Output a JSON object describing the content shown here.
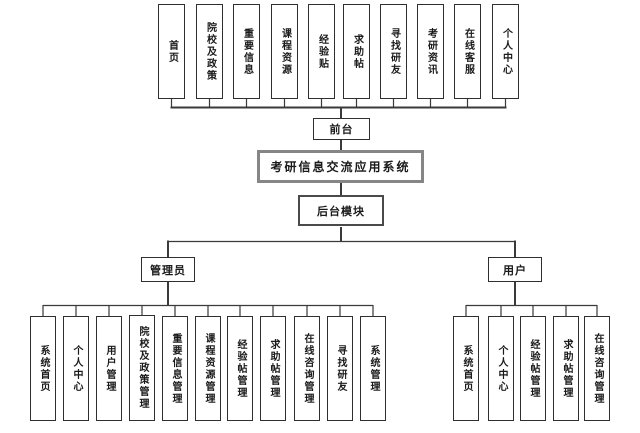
{
  "system": {
    "label": "考研信息交流应用系统"
  },
  "frontend": {
    "label": "前台",
    "modules": [
      "首页",
      "院校及政策",
      "重要信息",
      "课程资源",
      "经验贴",
      "求助帖",
      "寻找研友",
      "考研资讯",
      "在线客服",
      "个人中心"
    ]
  },
  "backend": {
    "label": "后台模块"
  },
  "admin": {
    "label": "管理员",
    "modules": [
      "系统首页",
      "个人中心",
      "用户管理",
      "院校及政策管理",
      "重要信息管理",
      "课程资源管理",
      "经验帖管理",
      "求助帖管理",
      "在线咨询管理",
      "寻找研友",
      "系统管理"
    ]
  },
  "user": {
    "label": "用户",
    "modules": [
      "系统首页",
      "个人中心",
      "经验帖管理",
      "求助帖管理",
      "在线咨询管理"
    ]
  },
  "colors": {
    "background": "#ffffff",
    "box_border": "#2f2f2f",
    "main_border": "#868686",
    "line": "#3a3a3a",
    "text": "#1a1a1a"
  }
}
